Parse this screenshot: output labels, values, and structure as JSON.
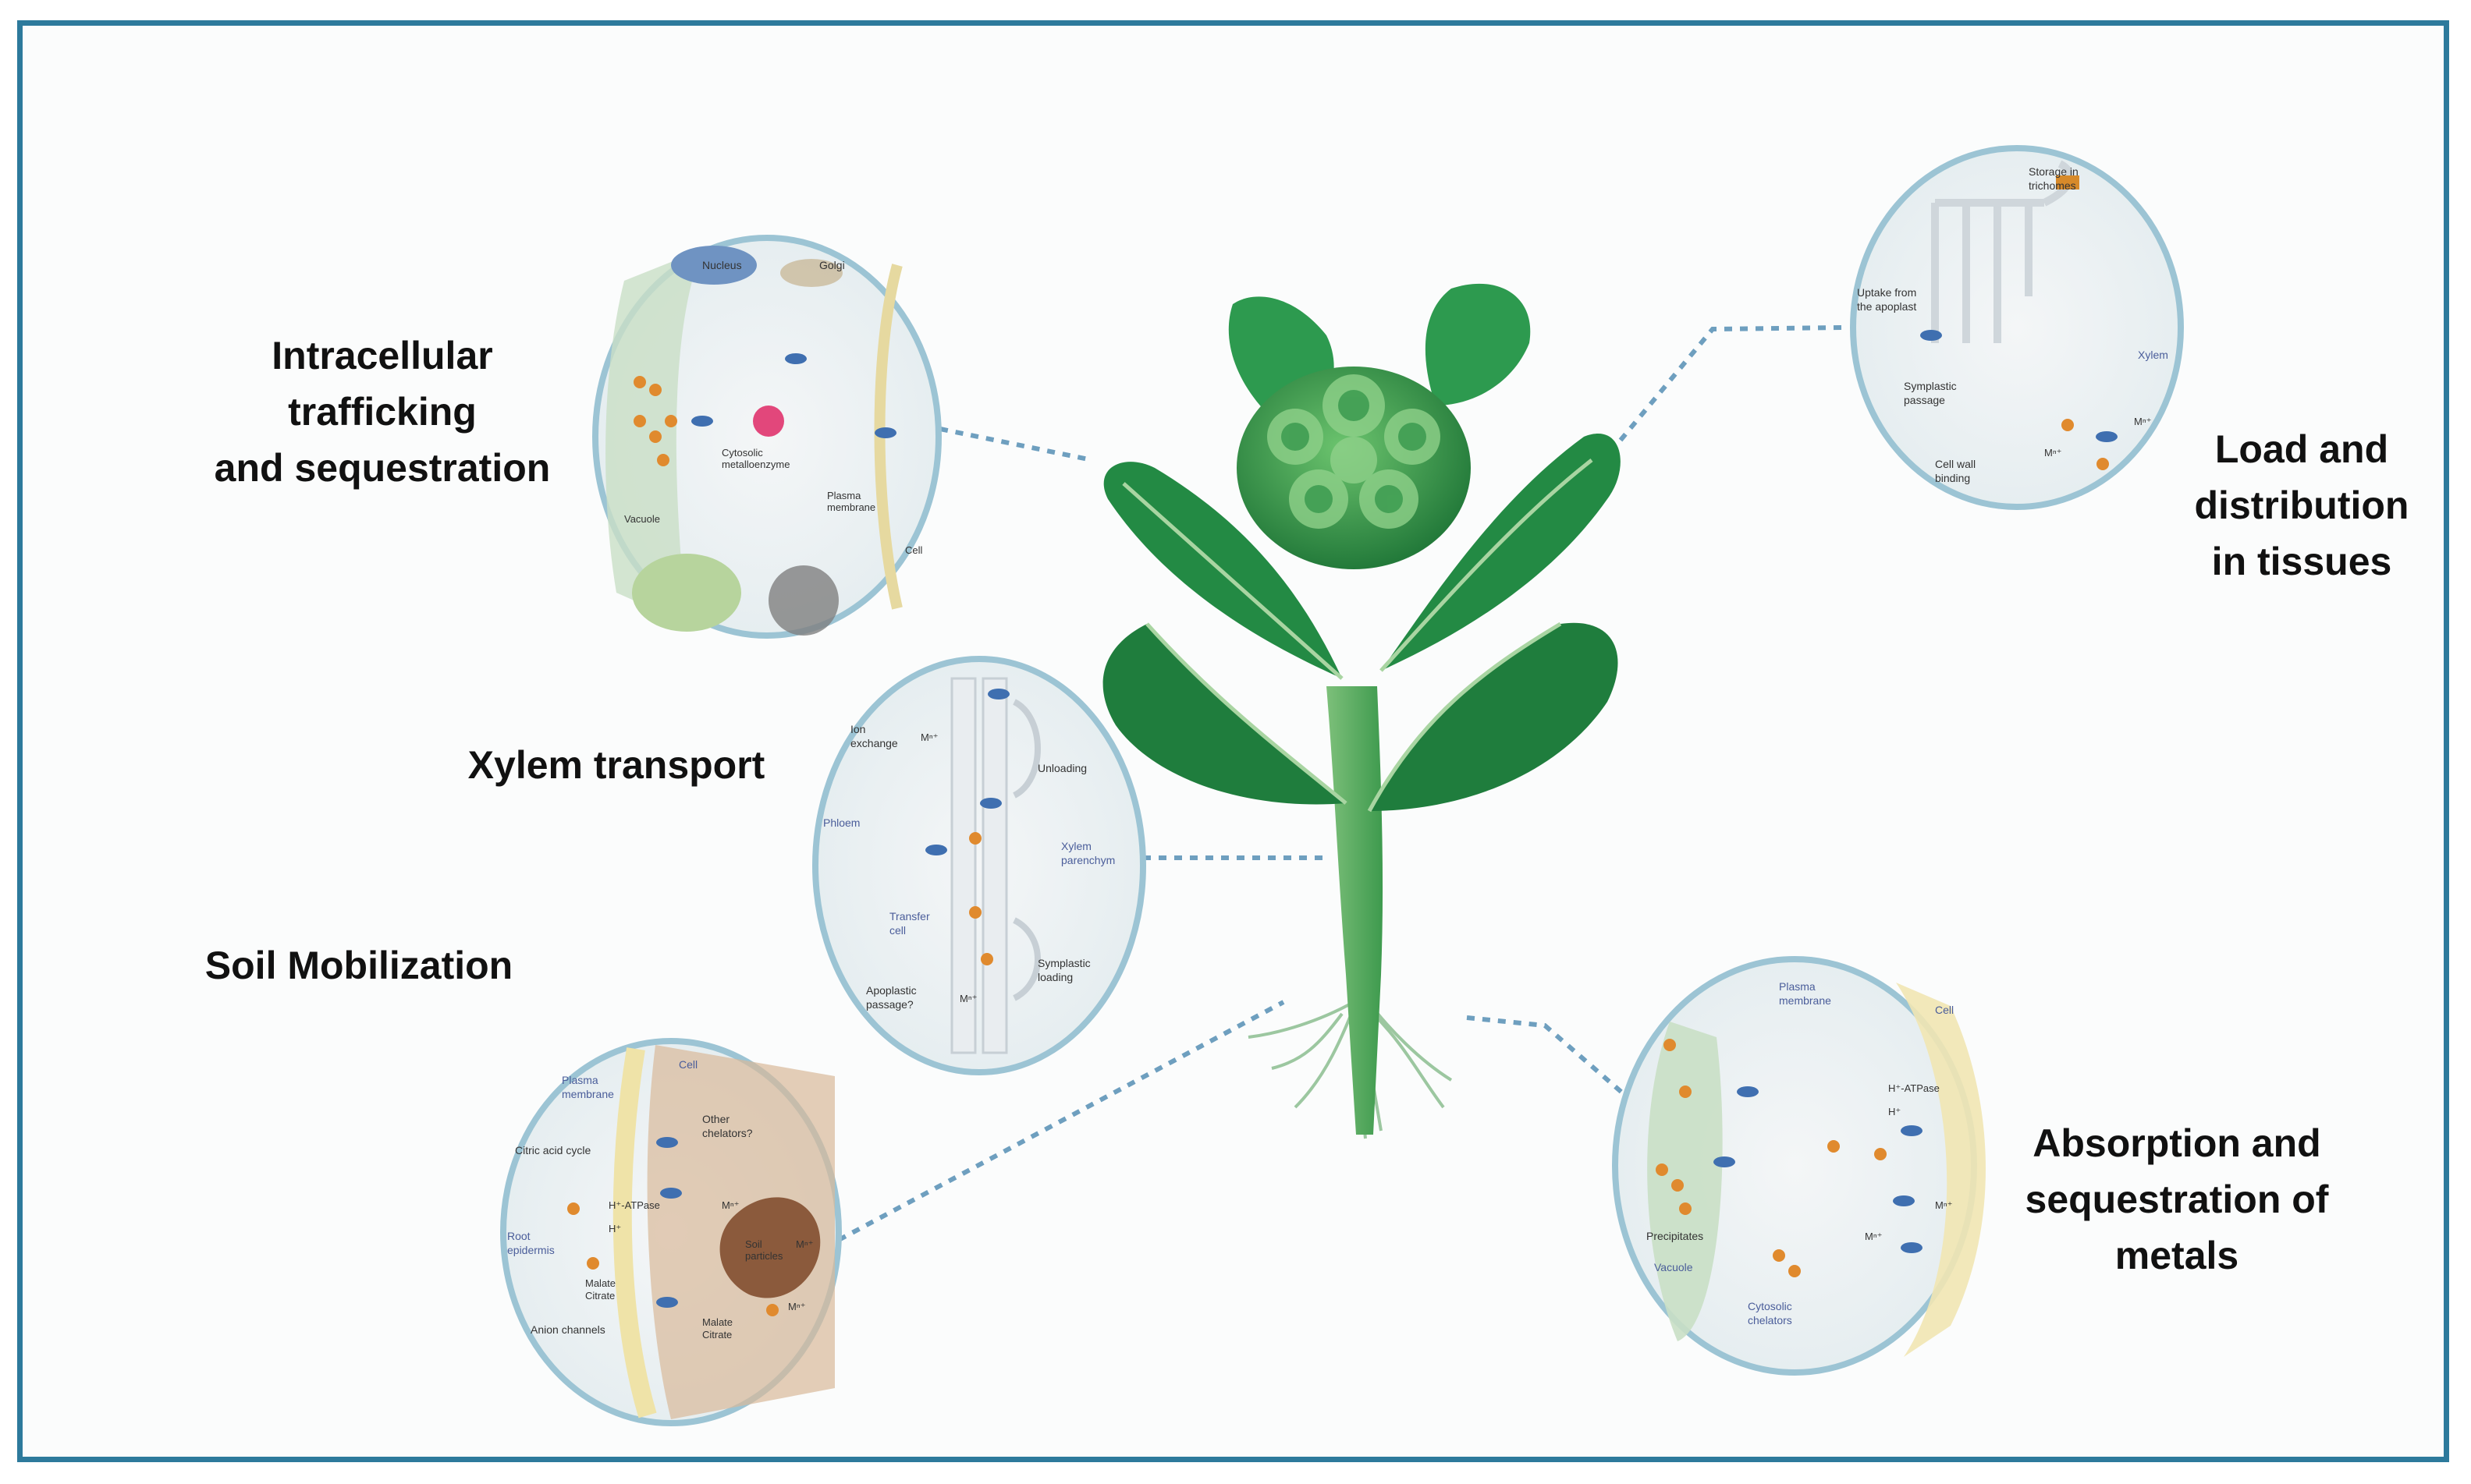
{
  "labels": {
    "intracellular": [
      "Intracellular",
      "trafficking",
      "and sequestration"
    ],
    "xylem": "Xylem transport",
    "soil": "Soil Mobilization",
    "load": [
      "Load and",
      "distribution",
      "in tissues"
    ],
    "absorption": [
      "Absorption and",
      "sequestration of",
      "metals"
    ]
  },
  "insets": {
    "intracellular": [
      "Nucleus",
      "Golgi",
      "Cytosolic metalloenzyme",
      "Plasma membrane",
      "Vacuole",
      "Cell"
    ],
    "xylem": [
      "Ion exchange",
      "Mⁿ⁺",
      "Unloading",
      "Phloem",
      "Xylem parenchym",
      "Transfer cell",
      "Symplastic loading",
      "Apoplastic passage?",
      "Mⁿ⁺"
    ],
    "soil": [
      "Plasma membrane",
      "Cell",
      "Other chelators?",
      "Citric acid cycle",
      "H⁺-ATPase",
      "H⁺",
      "Root epidermis",
      "Malate Citrate",
      "Anion channels",
      "Malate Citrate",
      "Soil particles",
      "Mⁿ⁺",
      "Mⁿ⁺",
      "Mⁿ⁺"
    ],
    "load": [
      "Storage in trichomes",
      "Uptake from the apoplast",
      "Symplastic passage",
      "Cell wall binding",
      "Xylem",
      "Mⁿ⁺",
      "Mⁿ⁺"
    ],
    "absorption": [
      "Plasma membrane",
      "Cell",
      "H⁺-ATPase",
      "H⁺",
      "Precipitates",
      "Vacuole",
      "Cytosolic chelators",
      "Mⁿ⁺",
      "Mⁿ⁺"
    ]
  },
  "colors": {
    "border": "#2d7a9c",
    "leaf_dark": "#1e7a3a",
    "leaf_light": "#3aa35a",
    "inset_rim": "#9cc4d4",
    "connector": "#6e9fbf"
  }
}
